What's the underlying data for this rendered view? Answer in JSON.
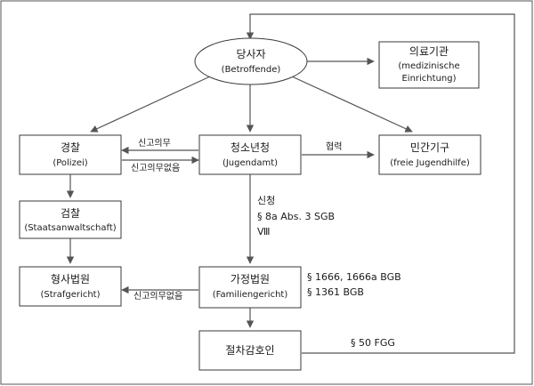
{
  "nodes": {
    "party": {
      "label": "당사자",
      "sub": "(Betroffende)"
    },
    "medical": {
      "label": "의료기관",
      "sub1": "(medizinische",
      "sub2": "Einrichtung)"
    },
    "police": {
      "label": "경찰",
      "sub": "(Polizei)"
    },
    "youth_office": {
      "label": "청소년청",
      "sub": "(Jugendamt)"
    },
    "private_youth": {
      "label": "민간기구",
      "sub": "(freie Jugendhilfe)"
    },
    "prosecution": {
      "label": "검찰",
      "sub": "(Staatsanwaltschaft)"
    },
    "criminal_court": {
      "label": "형사법원",
      "sub": "(Strafgericht)"
    },
    "family_court": {
      "label": "가정법원",
      "sub": "(Familiengericht)"
    },
    "guardian": {
      "label": "절차감호인"
    }
  },
  "edges": {
    "report_duty": "신고의무",
    "no_report_duty": "신고의무없음",
    "cooperation": "협력",
    "petition": "신청",
    "petition_law1": "§ 8a Abs. 3 SGB",
    "petition_law2": "Ⅷ",
    "family_court_law1": "§ 1666, 1666a BGB",
    "family_court_law2": "§ 1361 BGB",
    "no_report_duty_court": "신고의무없음",
    "fgg_law": "§ 50 FGG"
  }
}
